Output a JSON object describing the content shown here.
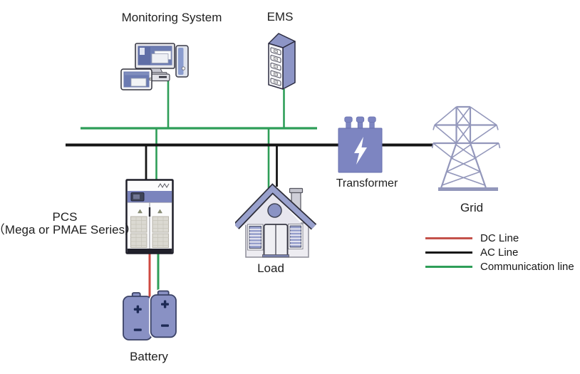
{
  "diagram": {
    "nodes": {
      "monitoring_system": {
        "label": "Monitoring System"
      },
      "ems": {
        "label": "EMS"
      },
      "pcs": {
        "label": "PCS",
        "sublabel": "（Mega or PMAE Series）"
      },
      "load": {
        "label": "Load"
      },
      "transformer": {
        "label": "Transformer"
      },
      "grid": {
        "label": "Grid"
      },
      "battery": {
        "label": "Battery"
      }
    },
    "legend": [
      {
        "label": "DC Line",
        "color": "#c4524a"
      },
      {
        "label": "AC Line",
        "color": "#151515"
      },
      {
        "label": "Communication line",
        "color": "#2e9e58"
      }
    ],
    "line_colors": {
      "dc": "#cf4a42",
      "ac": "#151515",
      "communication": "#2e9e58"
    },
    "accent_color": "#8a93c6"
  }
}
